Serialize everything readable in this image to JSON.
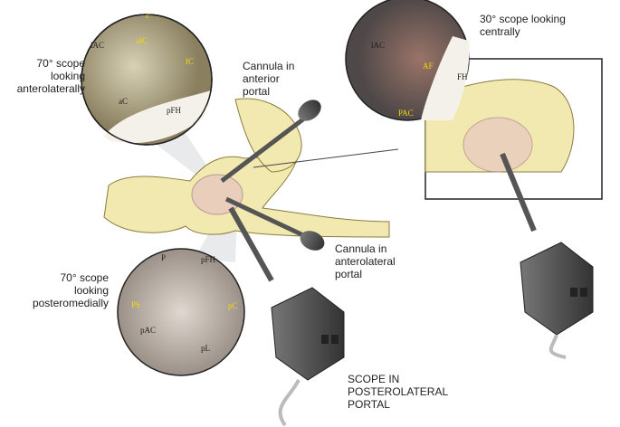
{
  "captions": {
    "scope70_anterolateral": [
      "70° scope",
      "looking",
      "anterolaterally"
    ],
    "scope70_posteromedial": [
      "70° scope",
      "looking",
      "posteromedially"
    ],
    "scope30_central": [
      "30° scope looking",
      "centrally"
    ],
    "cannula_anterior": [
      "Cannula in",
      "anterior",
      "portal"
    ],
    "cannula_anterolateral": [
      "Cannula in",
      "anterolateral",
      "portal"
    ],
    "scope_posterolateral": [
      "SCOPE IN",
      "POSTEROLATERAL",
      "PORTAL"
    ]
  },
  "view_anterolateral_labels": {
    "lAC": "lAC",
    "aIC": "aIC",
    "IC": "IC",
    "aC": "aC",
    "pFH": "pFH",
    "c": "c"
  },
  "view_posteromedial_labels": {
    "P": "P",
    "pFH": "pFH",
    "PS": "PS",
    "pAC": "pAC",
    "pL": "pL",
    "pC": "pC"
  },
  "view_central_labels": {
    "lAC": "lAC",
    "AF": "AF",
    "FH": "FH",
    "PAC": "PAC"
  },
  "colors": {
    "bone": "#f2e9b0",
    "label_yellow": "#f5d90a",
    "device": "#555555"
  }
}
